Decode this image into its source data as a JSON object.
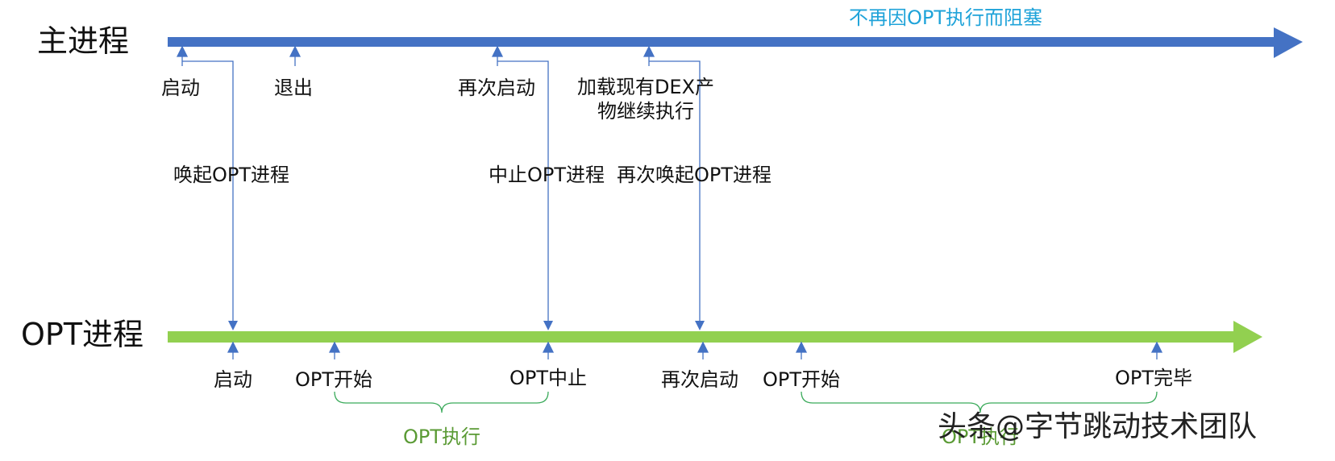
{
  "main_process": {
    "title": "主进程",
    "banner": "不再因OPT执行而阻塞",
    "events": [
      {
        "label": "启动"
      },
      {
        "label": "退出"
      },
      {
        "label": "再次启动"
      },
      {
        "label": "加载现有DEX产物继续执行"
      }
    ]
  },
  "opt_process": {
    "title": "OPT进程",
    "events": [
      {
        "label": "启动"
      },
      {
        "label": "OPT开始"
      },
      {
        "label": "OPT中止"
      },
      {
        "label": "再次启动"
      },
      {
        "label": "OPT开始"
      },
      {
        "label": "OPT完毕"
      }
    ],
    "spans": [
      {
        "label": "OPT执行"
      },
      {
        "label": "OPT执行"
      }
    ]
  },
  "signals": [
    {
      "label": "唤起OPT进程"
    },
    {
      "label": "中止OPT进程"
    },
    {
      "label": "再次唤起OPT进程"
    }
  ],
  "watermark": "头条@字节跳动技术团队",
  "colors": {
    "main_arrow": "#4472c4",
    "opt_arrow": "#92d050",
    "connector": "#4472c4",
    "brace": "#3aaa5a",
    "banner_text": "#1fa3d9",
    "span_text": "#5a9a34"
  }
}
